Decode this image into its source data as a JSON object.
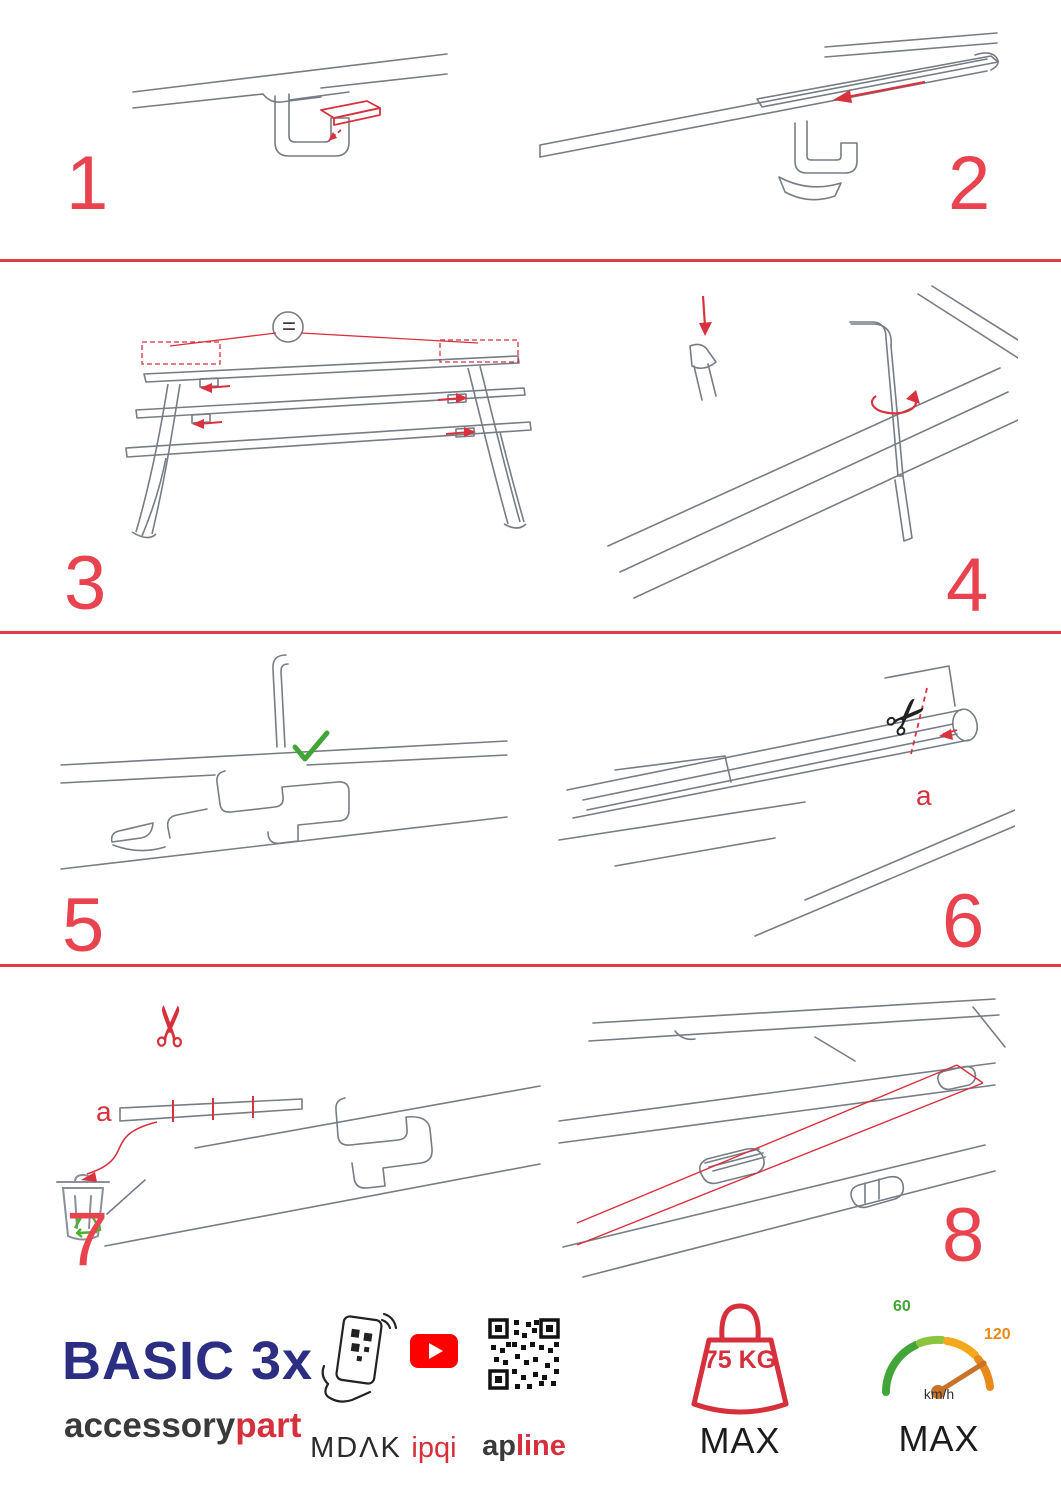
{
  "colors": {
    "accent_red": "#e13a48",
    "line_gray": "#777d85",
    "brand_navy": "#2b2e83",
    "brand_red": "#d5303c",
    "green": "#41a538",
    "orange": "#e8891a",
    "youtube_red": "#ff0000"
  },
  "steps": [
    {
      "number": "1"
    },
    {
      "number": "2"
    },
    {
      "number": "3",
      "equal_label": "="
    },
    {
      "number": "4"
    },
    {
      "number": "5"
    },
    {
      "number": "6",
      "part_label": "a"
    },
    {
      "number": "7",
      "part_label": "a"
    },
    {
      "number": "8"
    }
  ],
  "icons": {
    "scissors": "✂"
  },
  "footer": {
    "product_name": "BASIC 3x",
    "brand_accessory": "accessory",
    "brand_part": "part",
    "brand_mdak": "MDΛK",
    "brand_ipqi": "ipqi",
    "brand_ap": "ap",
    "brand_line": "line",
    "weight_value": "75 KG",
    "weight_max_label": "MAX",
    "speed_low": "60",
    "speed_high": "120",
    "speed_unit": "km/h",
    "speed_max_label": "MAX"
  }
}
